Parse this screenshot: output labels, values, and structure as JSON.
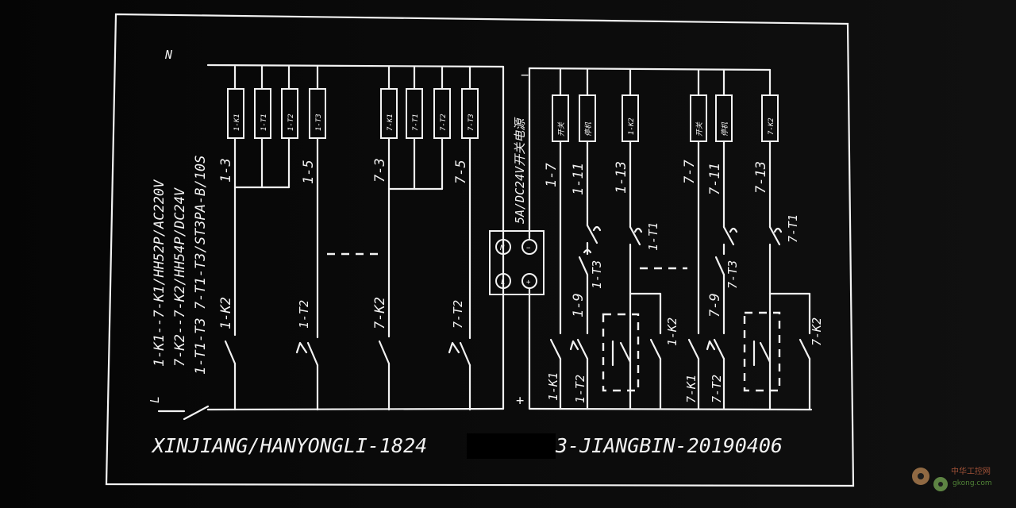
{
  "diagram": {
    "bus_n": "N",
    "bus_l": "L",
    "bus_minus": "−",
    "bus_plus": "+",
    "legend": [
      "1-K1--7-K1/HH52P/AC220V",
      "7-K2--7-K2/HH54P/DC24V",
      "1-T1-T3   7-T1-T3/ST3PA-B/10S"
    ],
    "coils": [
      "1-K1",
      "1-T1",
      "1-T2",
      "1-T3",
      "7-K1",
      "7-T1",
      "7-T2",
      "7-T3",
      "",
      "",
      "1-K2",
      "",
      "",
      "7-K2"
    ],
    "coil_small": [
      "开关",
      "停机",
      "开关",
      "停机"
    ],
    "wire_labels": [
      "1-3",
      "1-5",
      "7-3",
      "7-5",
      "1-7",
      "1-11",
      "1-13",
      "7-7",
      "7-11",
      "7-13"
    ],
    "contact_labels_left": [
      "1-K2",
      "1-T2",
      "7-K2",
      "7-T2"
    ],
    "contact_labels_right": [
      "1-T1",
      "1-T3",
      "1-9",
      "1-K2",
      "7-T1",
      "7-T3",
      "7-9",
      "7-K2",
      "1-K1",
      "1-T2",
      "7-K1",
      "7-T2"
    ],
    "psu": {
      "label": "5A/DC24V开关电源",
      "n": "N",
      "l": "L",
      "minus": "−",
      "plus": "+"
    },
    "footer": {
      "left": "XINJIANG/HANYONGLI-1824",
      "right": "3-JIANGBIN-20190406"
    }
  },
  "watermark": {
    "text": "中华工控网",
    "site": "gkong.com"
  }
}
